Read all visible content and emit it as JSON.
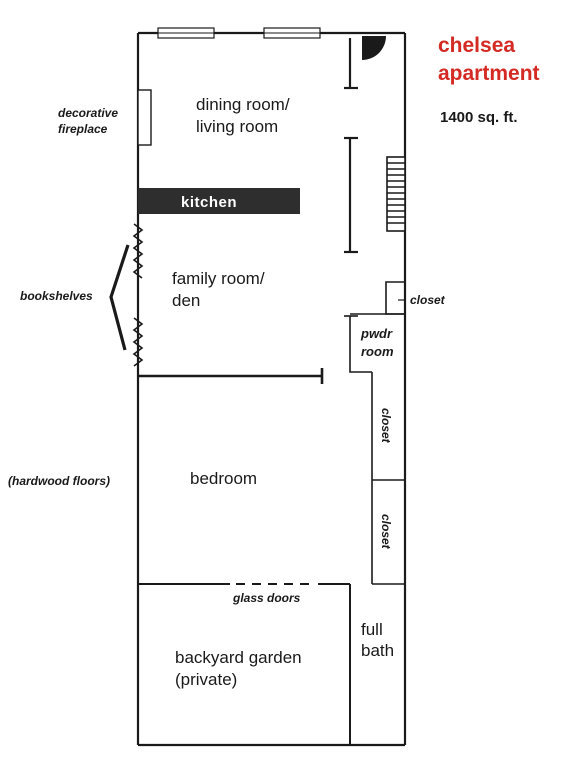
{
  "title": {
    "line1": "chelsea",
    "line2": "apartment"
  },
  "area": "1400 sq. ft.",
  "rooms": {
    "dining_line1": "dining room/",
    "dining_line2": "living room",
    "kitchen": "kitchen",
    "family_line1": "family room/",
    "family_line2": "den",
    "pwdr_line1": "pwdr",
    "pwdr_line2": "room",
    "bedroom": "bedroom",
    "garden_line1": "backyard garden",
    "garden_line2": "(private)",
    "bath_line1": "full",
    "bath_line2": "bath"
  },
  "notes": {
    "fireplace_line1": "decorative",
    "fireplace_line2": "fireplace",
    "bookshelves": "bookshelves",
    "hardwood": "(hardwood floors)",
    "closet_small": "closet",
    "closet_upper": "closet",
    "closet_lower": "closet",
    "glass_doors": "glass doors"
  },
  "colors": {
    "title": "#d42a23",
    "walls": "#1a1a1a",
    "kitchen_fill": "#2e2e2e"
  }
}
